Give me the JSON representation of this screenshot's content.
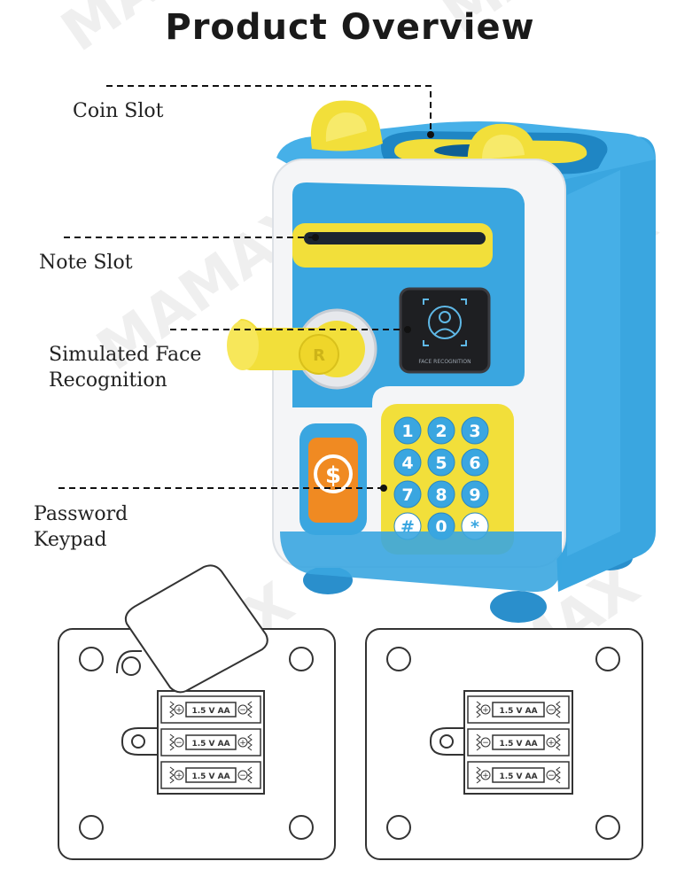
{
  "title": "Product Overview",
  "watermark": "MAMAX",
  "callouts": {
    "coin_slot": "Coin Slot",
    "note_slot": "Note Slot",
    "face_line1": "Simulated Face",
    "face_line2": "Recognition",
    "keypad_line1": "Password",
    "keypad_line2": "Keypad"
  },
  "face_panel_label": "FACE RECOGNITION",
  "coin_symbol": "$",
  "handle_mark": "R",
  "keys": [
    "1",
    "2",
    "3",
    "4",
    "5",
    "6",
    "7",
    "8",
    "9",
    "#",
    "0",
    "*"
  ],
  "battery_label": "1.5 V AA",
  "colors": {
    "body_blue": "#3aa6e0",
    "accent_yellow": "#f2df3a",
    "coin_orange": "#f08a22",
    "dash_line": "#111111"
  }
}
